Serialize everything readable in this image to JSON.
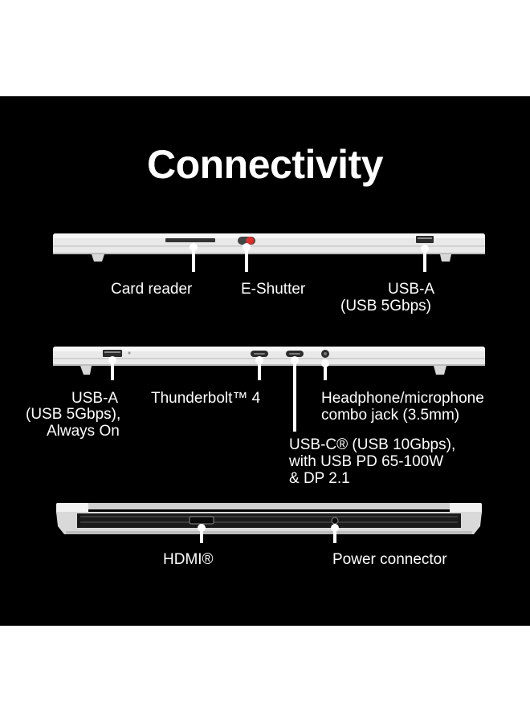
{
  "heading": "Connectivity",
  "views": {
    "left_side": {
      "ports": [
        {
          "id": "card-reader",
          "label": "Card reader"
        },
        {
          "id": "e-shutter",
          "label": "E-Shutter"
        },
        {
          "id": "usb-a-left",
          "label_lines": [
            "USB-A",
            "(USB 5Gbps)"
          ]
        }
      ]
    },
    "right_side": {
      "ports": [
        {
          "id": "usb-a-right",
          "label_lines": [
            "USB-A",
            "(USB 5Gbps),",
            "Always On"
          ]
        },
        {
          "id": "thunderbolt",
          "label": "Thunderbolt™ 4"
        },
        {
          "id": "usb-c",
          "label_lines": [
            "USB-C® (USB 10Gbps),",
            "with USB PD 65-100W",
            "& DP 2.1"
          ]
        },
        {
          "id": "audio-jack",
          "label_lines": [
            "Headphone/microphone",
            "combo jack (3.5mm)"
          ]
        }
      ]
    },
    "rear": {
      "ports": [
        {
          "id": "hdmi",
          "label": "HDMI®"
        },
        {
          "id": "power",
          "label": "Power connector"
        }
      ]
    }
  },
  "colors": {
    "background": "#000000",
    "text": "#ffffff",
    "chassis": "#e6e6e6",
    "shutter_accent": "#d9302a"
  }
}
